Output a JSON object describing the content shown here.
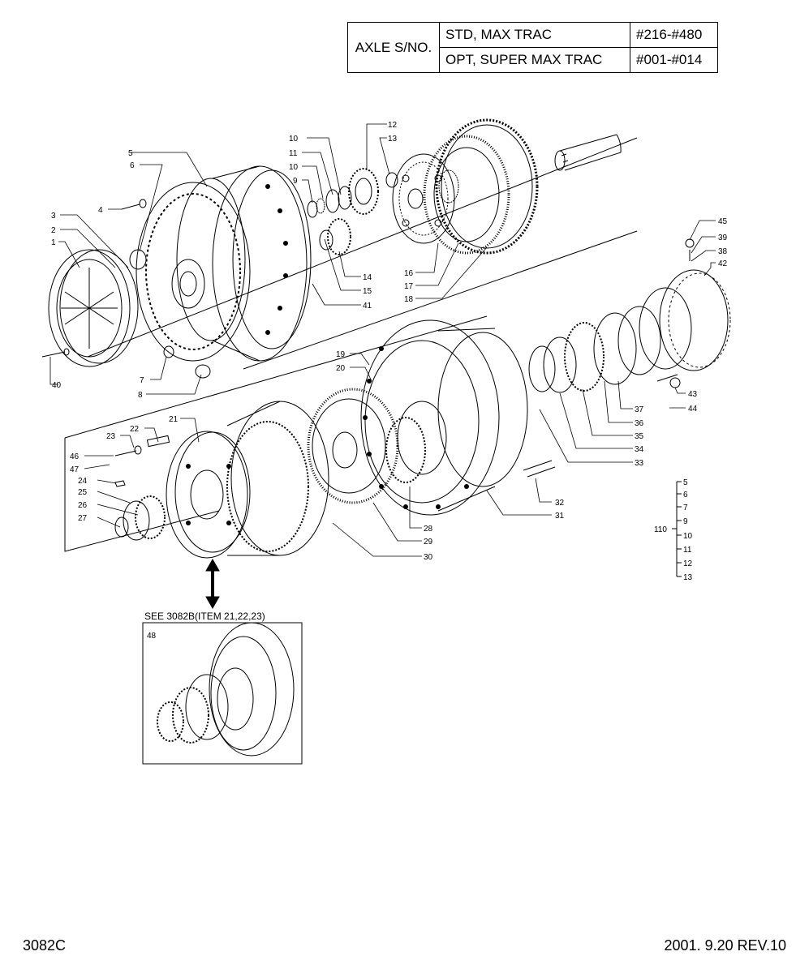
{
  "table": {
    "header": "AXLE S/NO.",
    "rows": [
      {
        "model": "STD, MAX TRAC",
        "range": "#216-#480"
      },
      {
        "model": "OPT, SUPER MAX TRAC",
        "range": "#001-#014"
      }
    ]
  },
  "callouts": [
    "1",
    "2",
    "3",
    "4",
    "5",
    "6",
    "7",
    "8",
    "9",
    "10",
    "11",
    "12",
    "13",
    "14",
    "15",
    "16",
    "17",
    "18",
    "19",
    "20",
    "21",
    "22",
    "23",
    "24",
    "25",
    "26",
    "27",
    "28",
    "29",
    "30",
    "31",
    "32",
    "33",
    "34",
    "35",
    "36",
    "37",
    "38",
    "39",
    "40",
    "41",
    "42",
    "43",
    "44",
    "45",
    "46",
    "47",
    "48"
  ],
  "group_110": {
    "label": "110",
    "items": [
      "5",
      "6",
      "7",
      "9",
      "10",
      "11",
      "12",
      "13"
    ]
  },
  "see_note": "SEE 3082B(ITEM 21,22,23)",
  "inset_label": "48",
  "footer": {
    "page_code": "3082C",
    "revision": "2001. 9.20  REV.10"
  }
}
